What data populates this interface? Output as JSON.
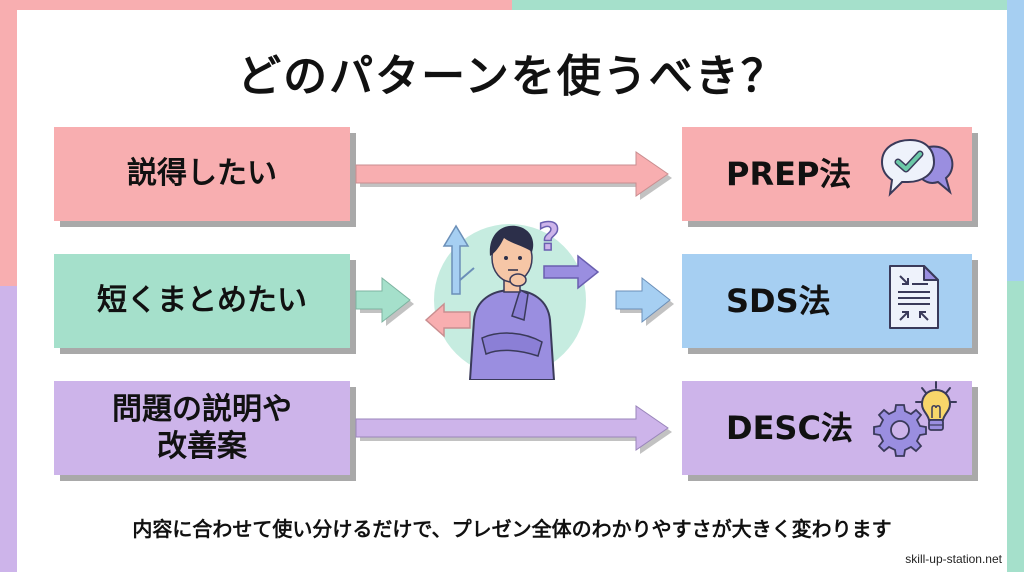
{
  "title": "どのパターンを使うべき？",
  "frame_colors": {
    "pink": "#f8aeb0",
    "green": "#a5e0cb",
    "blue": "#a6cff2",
    "purple": "#cdb4ea"
  },
  "rows": [
    {
      "situation": "説得したい",
      "method": "PREP法",
      "situation_color": "#f8aeb0",
      "method_color": "#f8aeb0",
      "icon": "speech-bubbles-check-icon"
    },
    {
      "situation": "短くまとめたい",
      "method": "SDS法",
      "situation_color": "#a5e0cb",
      "method_color": "#a6cff2",
      "icon": "document-compress-icon"
    },
    {
      "situation": "問題の説明や\n改善案",
      "situation_line1": "問題の説明や",
      "situation_line2": "改善案",
      "method": "DESC法",
      "situation_color": "#cdb4ea",
      "method_color": "#cdb4ea",
      "icon": "gear-lightbulb-icon"
    }
  ],
  "center_illustration": "thinking-person-icon",
  "footer": "内容に合わせて使い分けるだけで、プレゼン全体のわかりやすさが大きく変わります",
  "site": "skill-up-station.net"
}
